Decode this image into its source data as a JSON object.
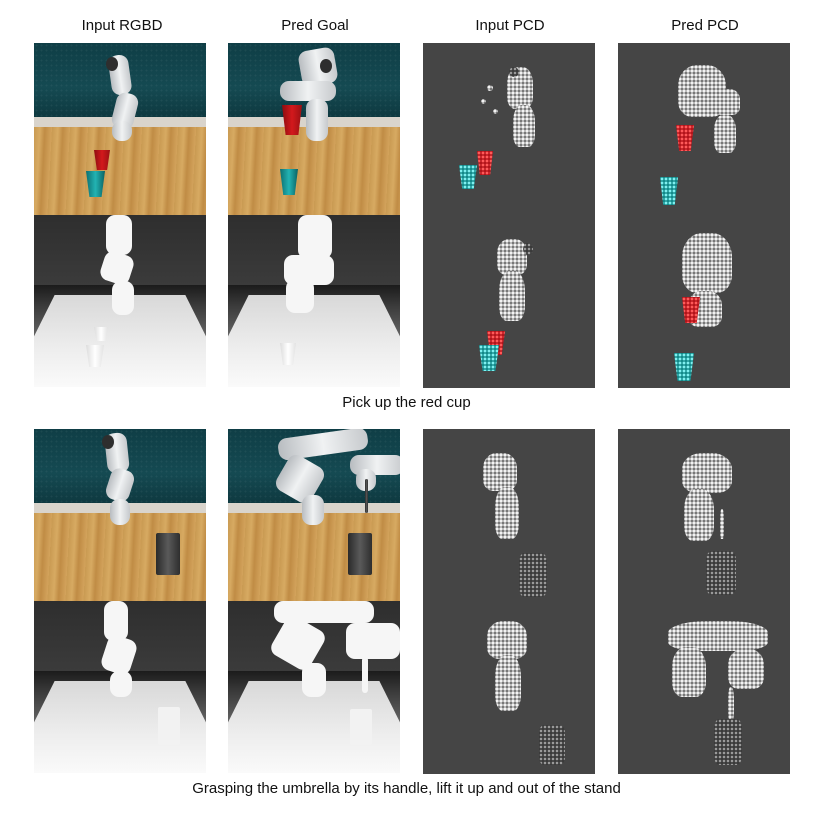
{
  "headers": {
    "input_rgbd": "Input RGBD",
    "pred_goal": "Pred Goal",
    "input_pcd": "Input PCD",
    "pred_pcd": "Pred PCD"
  },
  "rows": [
    {
      "caption": "Pick up the red cup"
    },
    {
      "caption": "Grasping the umbrella by its handle, lift it up and out of the stand"
    }
  ],
  "colors": {
    "teal_wall": "#154a52",
    "table_wood": "#d7aa62",
    "pcd_background": "#454545",
    "red_cup": "#d3191c",
    "cyan_cup": "#22b3b3"
  }
}
